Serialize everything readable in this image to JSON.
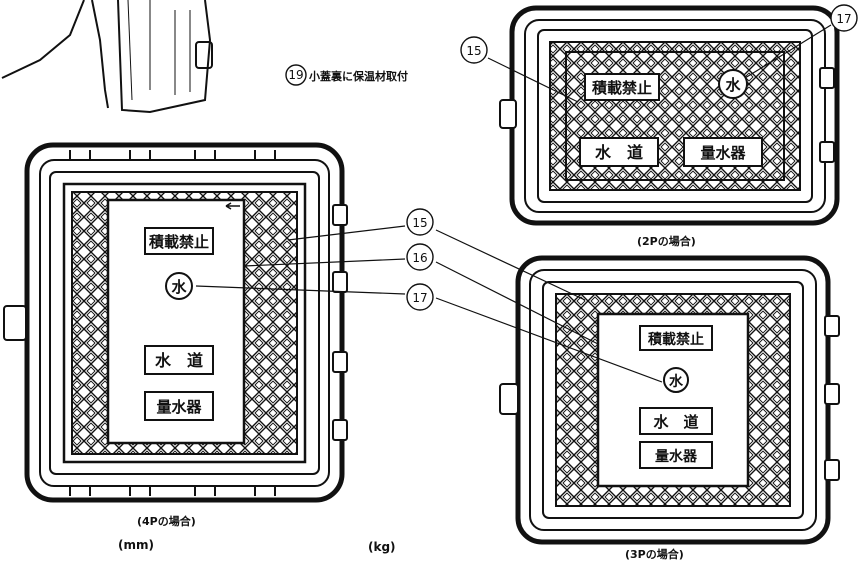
{
  "colors": {
    "ink": "#111111",
    "paper": "#ffffff"
  },
  "note_label": "小蓋裏に保温材取付",
  "note_number": "19",
  "callouts": [
    "15",
    "16",
    "17"
  ],
  "plate_texts": {
    "no_load": "積載禁止",
    "water_symbol": "水",
    "waterworks": "水　道",
    "meter": "量水器"
  },
  "captions": {
    "fourP": "(4Pの場合)",
    "twoP_top": "(2Pの場合)",
    "threeP": "(3Pの場合)"
  },
  "units": {
    "mm": "(mm)",
    "kg": "(kg)"
  }
}
